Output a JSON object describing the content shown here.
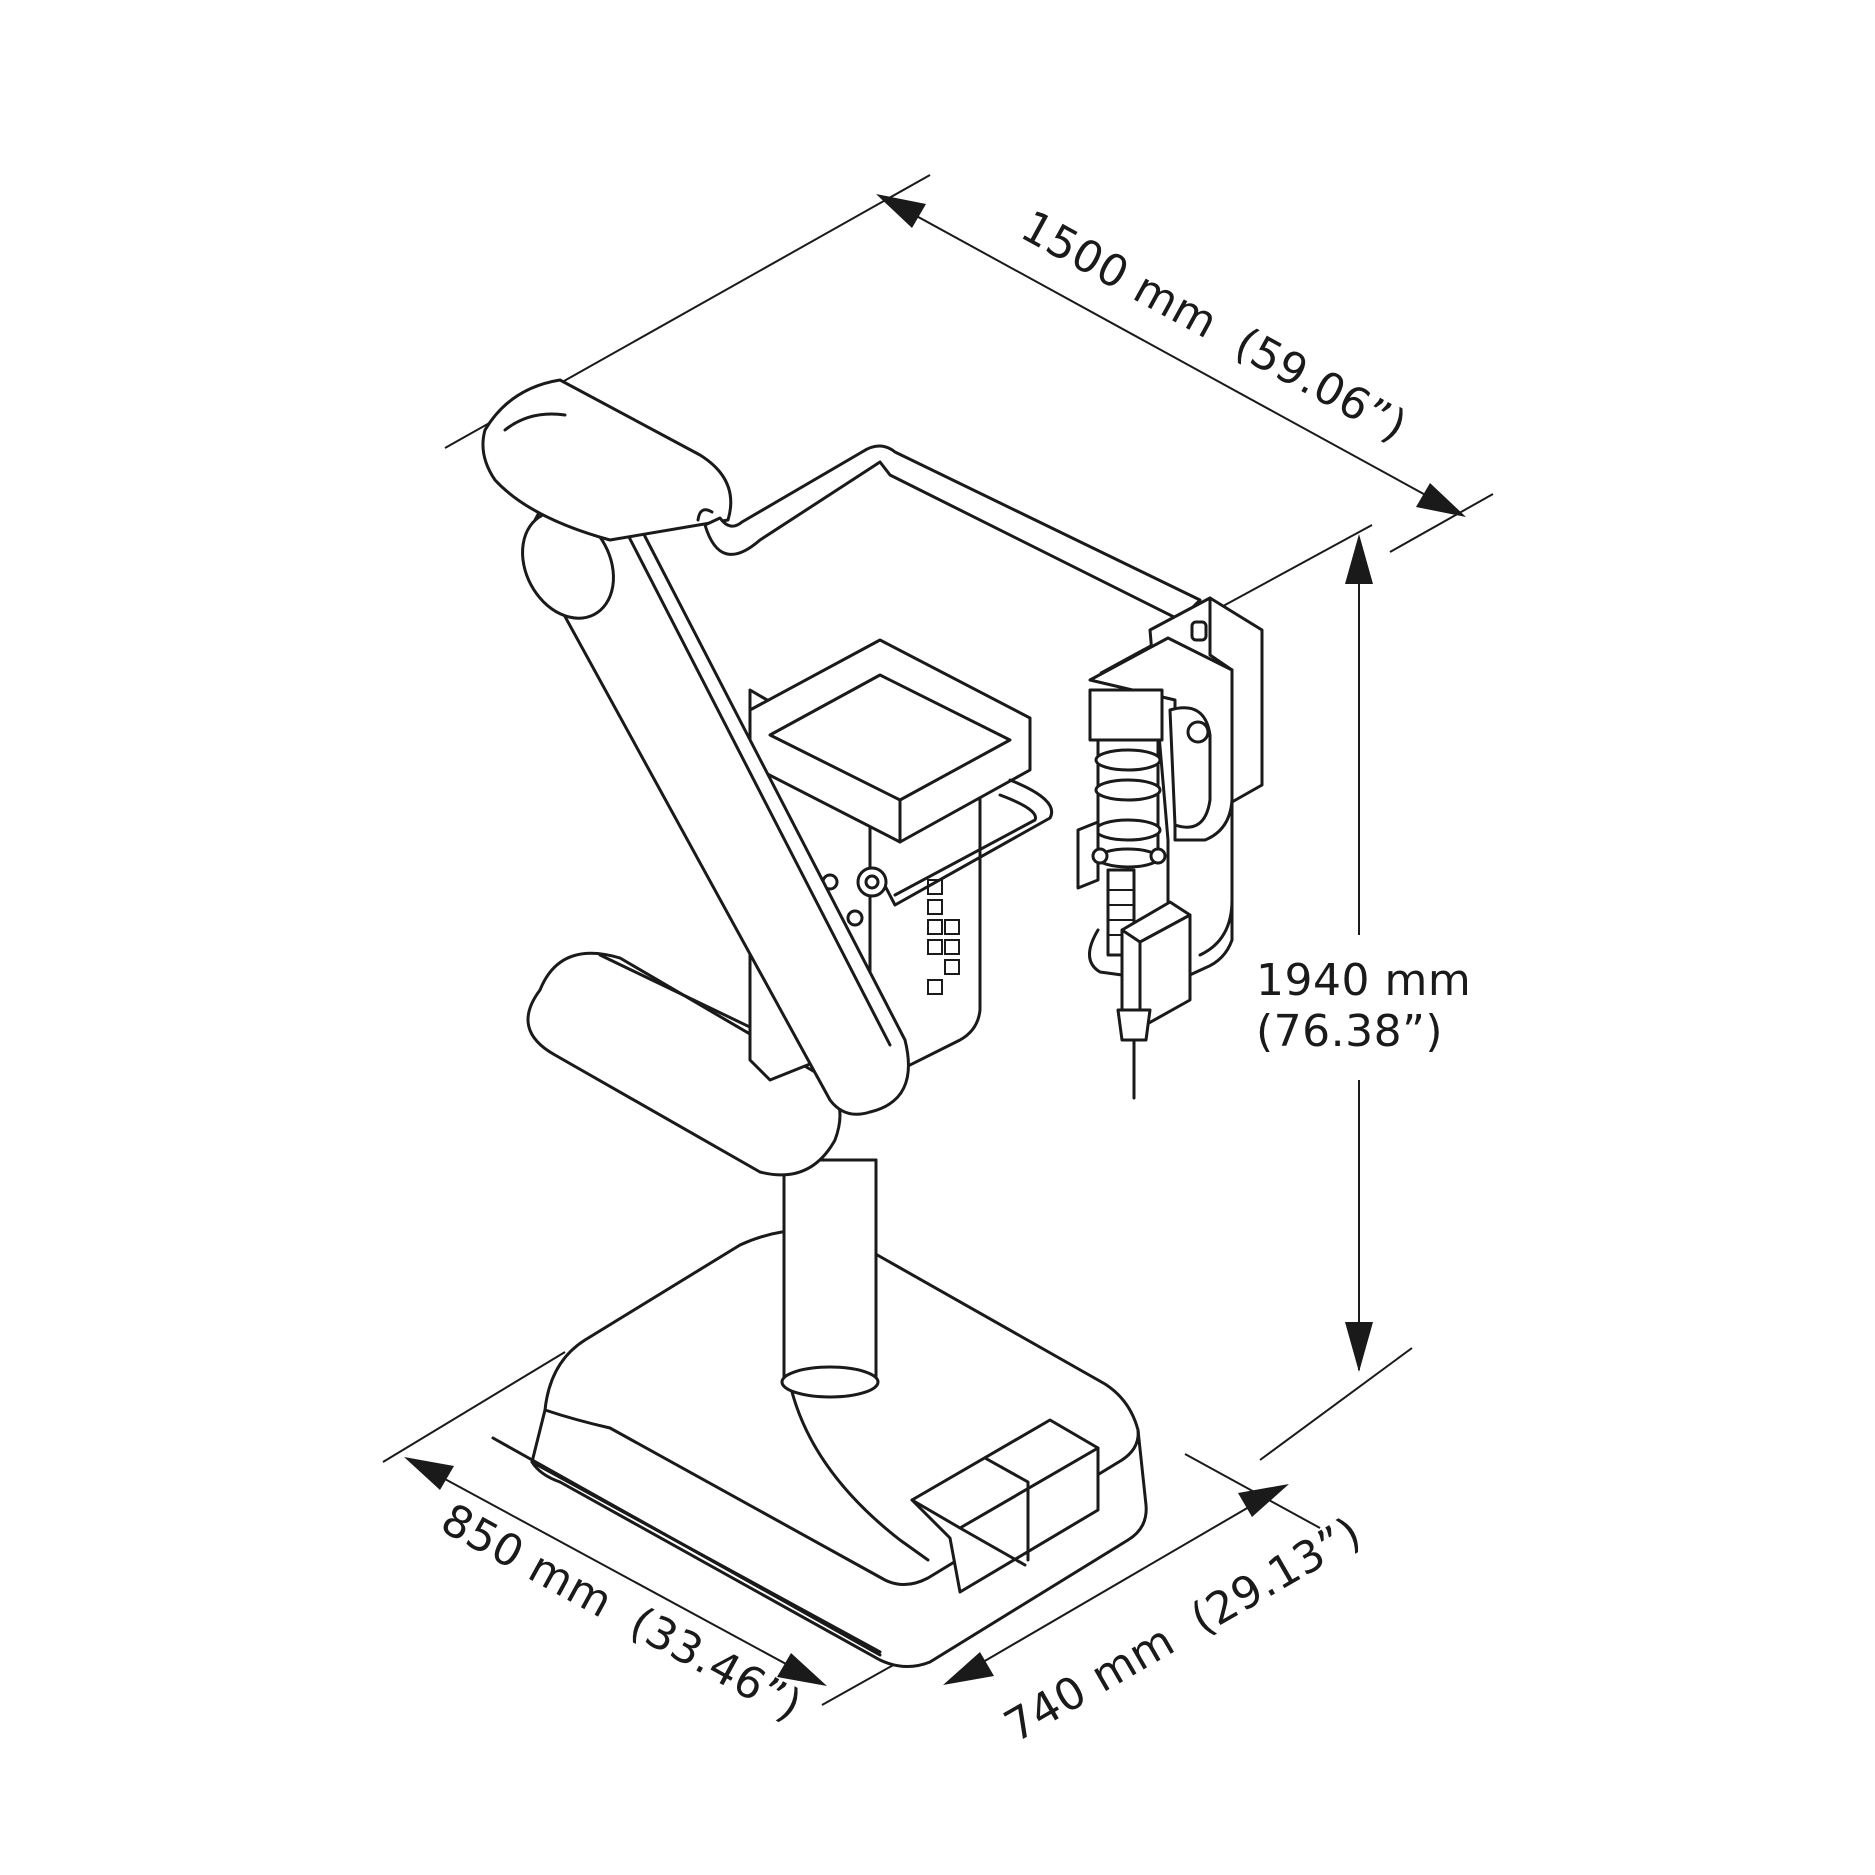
{
  "dimensions": {
    "depth_top": {
      "value": "1500 mm",
      "imperial": "(59.06”)"
    },
    "height": {
      "value": "1940 mm",
      "imperial": "(76.38”)"
    },
    "base_depth": {
      "value": "850 mm",
      "imperial": "(33.46”)"
    },
    "base_width": {
      "value": "740 mm",
      "imperial": "(29.13”)"
    }
  },
  "colors": {
    "line": "#1a1a1a",
    "background": "#ffffff"
  }
}
